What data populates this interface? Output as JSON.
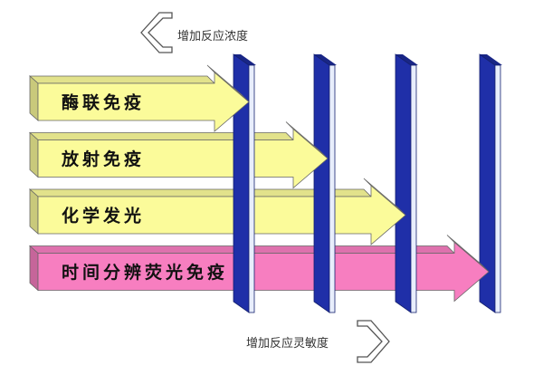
{
  "top_caption": "增加反应浓度",
  "bottom_caption": "增加反应灵敏度",
  "methods": [
    {
      "label": "酶联免疫",
      "color": "#fbfb9a",
      "level": 1
    },
    {
      "label": "放射免疫",
      "color": "#fbfb9a",
      "level": 2
    },
    {
      "label": "化学发光",
      "color": "#fbfb9a",
      "level": 3
    },
    {
      "label": "时间分辨荧光免疫",
      "color": "#f77ec0",
      "level": 4
    }
  ],
  "colors": {
    "bar": "#1f2fa8",
    "bar_side": "#e8eefc",
    "outline": "#555555"
  }
}
